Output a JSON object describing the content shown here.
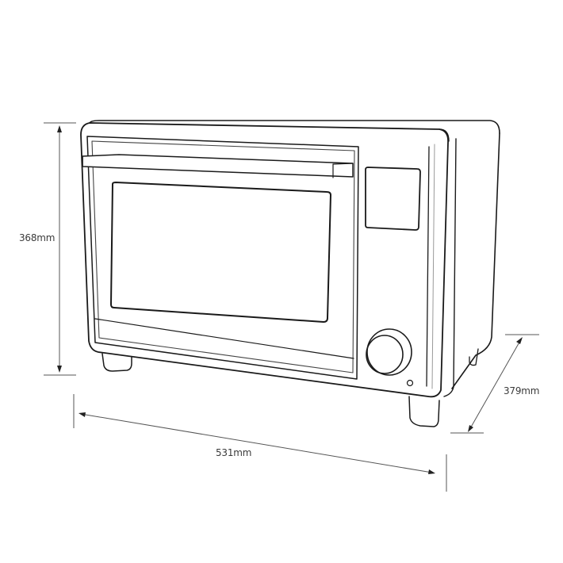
{
  "diagram": {
    "subject": "Countertop oven dimension drawing",
    "dimensions": {
      "height": {
        "label": "368mm",
        "value": 368,
        "unit": "mm"
      },
      "width": {
        "label": "531mm",
        "value": 531,
        "unit": "mm"
      },
      "depth": {
        "label": "379mm",
        "value": 379,
        "unit": "mm"
      }
    },
    "parts": [
      "body",
      "door",
      "handle",
      "window",
      "display-panel",
      "control-knob",
      "indicator-light",
      "feet"
    ],
    "colors": {
      "line": "#1a1a1a",
      "dimension_line": "#555555",
      "label": "#3a3a3a",
      "background": "#ffffff"
    }
  }
}
